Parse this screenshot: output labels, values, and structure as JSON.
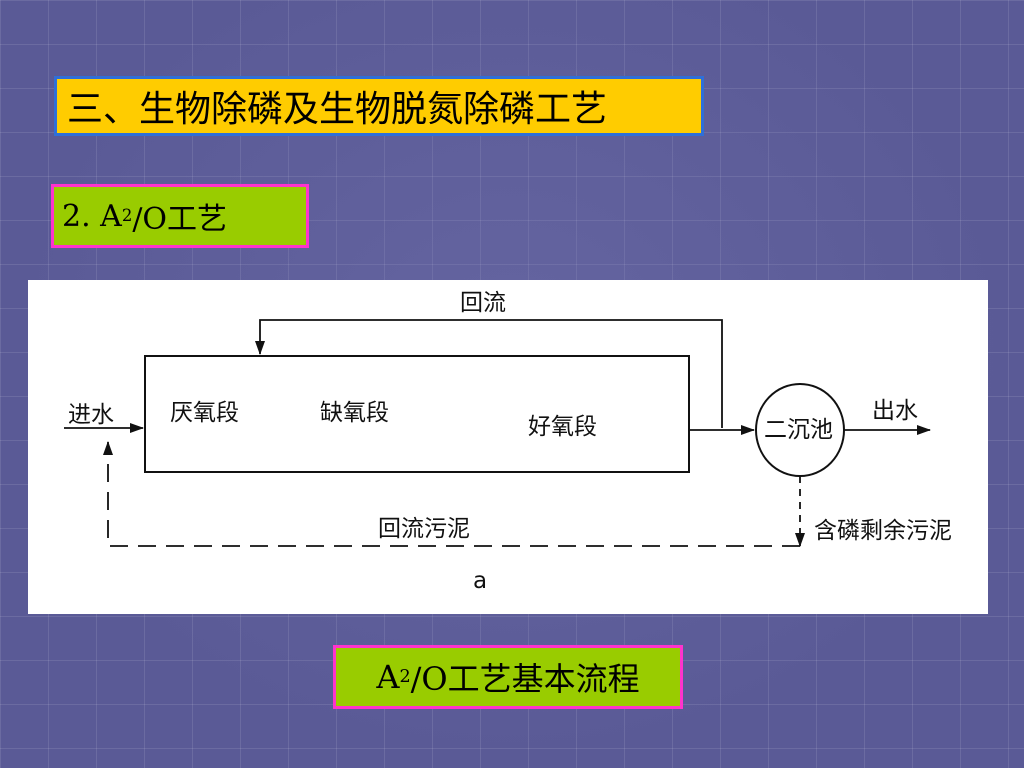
{
  "slide": {
    "title": "三、生物除磷及生物脱氮除磷工艺",
    "subtitle": {
      "prefix": "2. A",
      "sup": "2",
      "suffix": "/O工艺"
    },
    "caption": {
      "prefix": "A",
      "sup": "2",
      "suffix": "/O工艺基本流程"
    }
  },
  "diagram": {
    "return_flow": "回流",
    "inflow": "进水",
    "anaerobic": "厌氧段",
    "anoxic": "缺氧段",
    "aerobic": "好氧段",
    "clarifier": "二沉池",
    "outflow": "出水",
    "return_sludge": "回流污泥",
    "excess_sludge": "含磷剩余污泥",
    "figure_label": "a"
  },
  "colors": {
    "background": "#5a5a96",
    "title_fill": "#ffcc00",
    "title_border": "#2f6fd8",
    "label_fill": "#99cc00",
    "label_border": "#ff33cc"
  }
}
